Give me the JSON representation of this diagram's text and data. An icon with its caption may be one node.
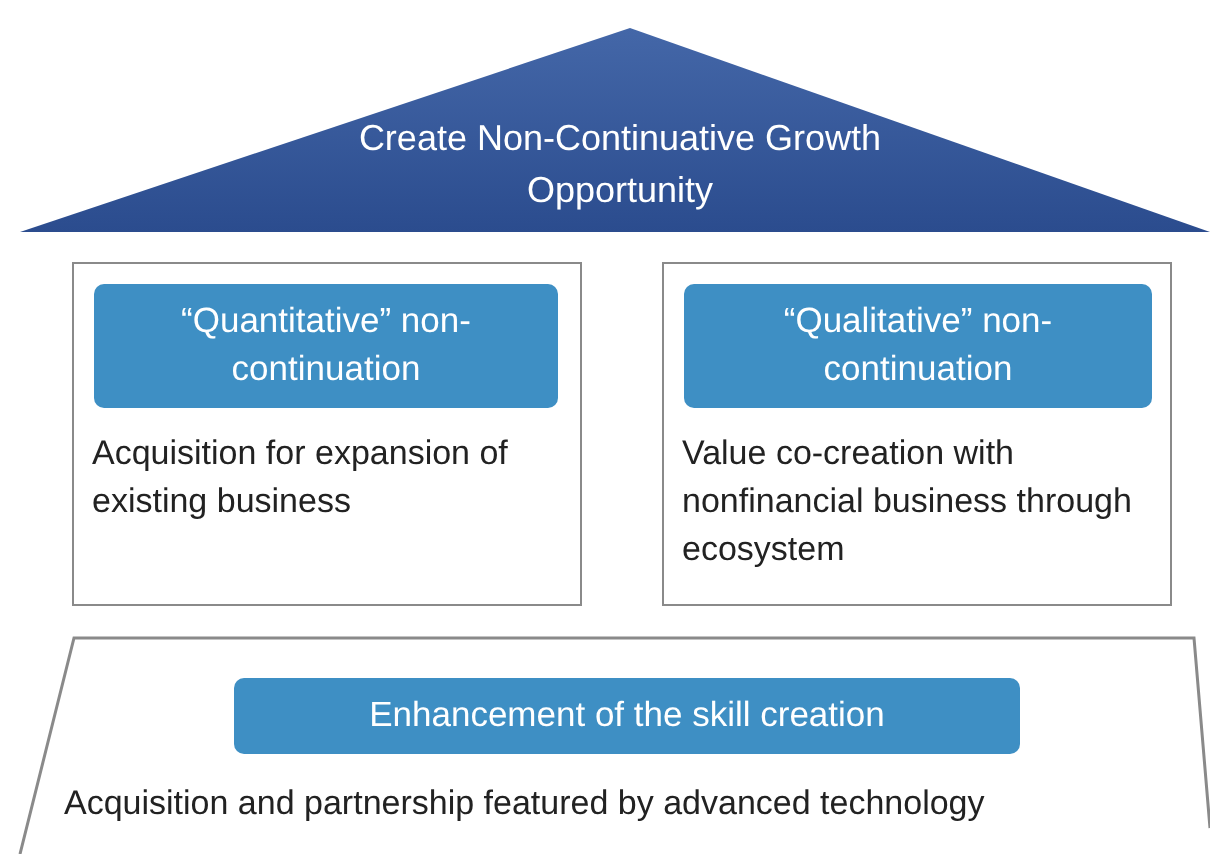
{
  "diagram": {
    "nodes": [
      {
        "text": [
          "Create Non-Continuative Growth Opportunity"
        ]
      },
      {
        "text": [
          "Acquisition for expansion of existing business"
        ]
      },
      {
        "text": [
          "“Quantitative” non-continuation"
        ],
        "in": 1
      },
      {
        "text": [
          "Value co-creation with nonfinancial business through ecosystem"
        ]
      },
      {
        "text": [
          "“Qualitative” non-continuation"
        ],
        "in": 3
      },
      {
        "text": [
          "Acquisition and partnership featured by advanced technology"
        ]
      },
      {
        "text": [
          "Enhancement of the skill creation"
        ],
        "in": 5
      }
    ]
  }
}
